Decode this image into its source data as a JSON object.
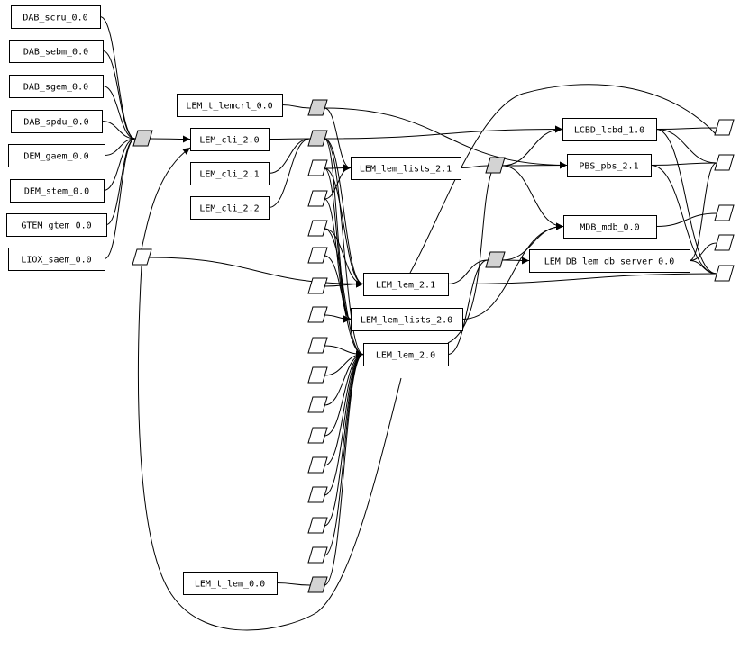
{
  "diagram": {
    "type": "dependency-graph",
    "colors": {
      "stroke": "#000000",
      "box_fill": "#ffffff",
      "junction_fill": "#d3d3d3",
      "background": "#ffffff"
    },
    "nodes": [
      {
        "id": "DAB_scru_0.0",
        "label": "DAB_scru_0.0",
        "kind": "box"
      },
      {
        "id": "DAB_sebm_0.0",
        "label": "DAB_sebm_0.0",
        "kind": "box"
      },
      {
        "id": "DAB_sgem_0.0",
        "label": "DAB_sgem_0.0",
        "kind": "box"
      },
      {
        "id": "DAB_spdu_0.0",
        "label": "DAB_spdu_0.0",
        "kind": "box"
      },
      {
        "id": "DEM_gaem_0.0",
        "label": "DEM_gaem_0.0",
        "kind": "box"
      },
      {
        "id": "DEM_stem_0.0",
        "label": "DEM_stem_0.0",
        "kind": "box"
      },
      {
        "id": "GTEM_gtem_0.0",
        "label": "GTEM_gtem_0.0",
        "kind": "box"
      },
      {
        "id": "LIOX_saem_0.0",
        "label": "LIOX_saem_0.0",
        "kind": "box"
      },
      {
        "id": "LEM_t_lemcrl_0.0",
        "label": "LEM_t_lemcrl_0.0",
        "kind": "box"
      },
      {
        "id": "LEM_cli_2.0",
        "label": "LEM_cli_2.0",
        "kind": "box"
      },
      {
        "id": "LEM_cli_2.1",
        "label": "LEM_cli_2.1",
        "kind": "box"
      },
      {
        "id": "LEM_cli_2.2",
        "label": "LEM_cli_2.2",
        "kind": "box"
      },
      {
        "id": "LEM_lem_lists_2.1",
        "label": "LEM_lem_lists_2.1",
        "kind": "box"
      },
      {
        "id": "LEM_lem_2.1",
        "label": "LEM_lem_2.1",
        "kind": "box"
      },
      {
        "id": "LEM_lem_lists_2.0",
        "label": "LEM_lem_lists_2.0",
        "kind": "box"
      },
      {
        "id": "LEM_lem_2.0",
        "label": "LEM_lem_2.0",
        "kind": "box"
      },
      {
        "id": "LEM_t_lem_0.0",
        "label": "LEM_t_lem_0.0",
        "kind": "box"
      },
      {
        "id": "LCBD_lcbd_1.0",
        "label": "LCBD_lcbd_1.0",
        "kind": "box"
      },
      {
        "id": "PBS_pbs_2.1",
        "label": "PBS_pbs_2.1",
        "kind": "box"
      },
      {
        "id": "MDB_mdb_0.0",
        "label": "MDB_mdb_0.0",
        "kind": "box"
      },
      {
        "id": "LEM_DB_lem_db_server_0.0",
        "label": "LEM_DB_lem_db_server_0.0",
        "kind": "box"
      }
    ],
    "junctions": [
      {
        "id": "j_dab",
        "filled": true
      },
      {
        "id": "j_lemcrl",
        "filled": true
      },
      {
        "id": "j_cli",
        "filled": true
      },
      {
        "id": "j_lists21",
        "filled": true
      },
      {
        "id": "j_lem21",
        "filled": true
      },
      {
        "id": "j_tlem",
        "filled": true
      },
      {
        "id": "j_liox",
        "filled": false
      },
      {
        "id": "c1",
        "filled": false
      },
      {
        "id": "c2",
        "filled": false
      },
      {
        "id": "c3",
        "filled": false
      },
      {
        "id": "c4",
        "filled": false
      },
      {
        "id": "c5",
        "filled": false
      },
      {
        "id": "c6",
        "filled": false
      },
      {
        "id": "c7",
        "filled": false
      },
      {
        "id": "c8",
        "filled": false
      },
      {
        "id": "c9",
        "filled": false
      },
      {
        "id": "c10",
        "filled": false
      },
      {
        "id": "c11",
        "filled": false
      },
      {
        "id": "c12",
        "filled": false
      },
      {
        "id": "c13",
        "filled": false
      },
      {
        "id": "c14",
        "filled": false
      },
      {
        "id": "r1",
        "filled": false
      },
      {
        "id": "r2",
        "filled": false
      },
      {
        "id": "r3",
        "filled": false
      },
      {
        "id": "r4",
        "filled": false
      },
      {
        "id": "r5",
        "filled": false
      }
    ],
    "edges": [
      {
        "from": "DAB_scru_0.0",
        "to": "j_dab",
        "arrow": false
      },
      {
        "from": "DAB_sebm_0.0",
        "to": "j_dab",
        "arrow": false
      },
      {
        "from": "DAB_sgem_0.0",
        "to": "j_dab",
        "arrow": false
      },
      {
        "from": "DAB_spdu_0.0",
        "to": "j_dab",
        "arrow": false
      },
      {
        "from": "DEM_gaem_0.0",
        "to": "j_dab",
        "arrow": false
      },
      {
        "from": "DEM_stem_0.0",
        "to": "j_dab",
        "arrow": false
      },
      {
        "from": "GTEM_gtem_0.0",
        "to": "j_dab",
        "arrow": false
      },
      {
        "from": "LIOX_saem_0.0",
        "to": "j_dab",
        "arrow": false
      },
      {
        "from": "j_dab",
        "to": "LEM_cli_2.0",
        "arrow": true
      },
      {
        "from": "j_liox",
        "to": "LEM_cli_2.0",
        "arrow": true
      },
      {
        "from": "j_liox",
        "to": "LEM_lem_2.1",
        "arrow": true
      },
      {
        "from": "j_liox",
        "to": "j_tlem",
        "arrow": false
      },
      {
        "from": "LEM_t_lemcrl_0.0",
        "to": "j_lemcrl",
        "arrow": false
      },
      {
        "from": "j_lemcrl",
        "to": "LEM_lem_lists_2.1",
        "arrow": true
      },
      {
        "from": "j_lemcrl",
        "to": "PBS_pbs_2.1",
        "arrow": true
      },
      {
        "from": "LEM_cli_2.0",
        "to": "j_cli",
        "arrow": false
      },
      {
        "from": "LEM_cli_2.1",
        "to": "j_cli",
        "arrow": false
      },
      {
        "from": "LEM_cli_2.2",
        "to": "j_cli",
        "arrow": false
      },
      {
        "from": "j_cli",
        "to": "LCBD_lcbd_1.0",
        "arrow": true
      },
      {
        "from": "j_cli",
        "to": "LEM_lem_2.1",
        "arrow": true
      },
      {
        "from": "j_cli",
        "to": "LEM_lem_lists_2.0",
        "arrow": true
      },
      {
        "from": "j_cli",
        "to": "LEM_lem_2.0",
        "arrow": true
      },
      {
        "from": "c1",
        "to": "LEM_lem_lists_2.1",
        "arrow": true
      },
      {
        "from": "c1",
        "to": "LEM_lem_2.1",
        "arrow": true
      },
      {
        "from": "c1",
        "to": "LEM_lem_lists_2.0",
        "arrow": true
      },
      {
        "from": "c2",
        "to": "LEM_lem_lists_2.1",
        "arrow": true
      },
      {
        "from": "c2",
        "to": "LEM_lem_lists_2.0",
        "arrow": true
      },
      {
        "from": "c3",
        "to": "LEM_lem_2.1",
        "arrow": true
      },
      {
        "from": "c3",
        "to": "LEM_lem_2.0",
        "arrow": true
      },
      {
        "from": "c4",
        "to": "LEM_lem_2.1",
        "arrow": true
      },
      {
        "from": "c5",
        "to": "LEM_lem_lists_2.0",
        "arrow": true
      },
      {
        "from": "c6",
        "to": "LEM_lem_2.0",
        "arrow": true
      },
      {
        "from": "c7",
        "to": "LEM_lem_2.0",
        "arrow": true
      },
      {
        "from": "c8",
        "to": "LEM_lem_2.0",
        "arrow": true
      },
      {
        "from": "c9",
        "to": "LEM_lem_2.0",
        "arrow": true
      },
      {
        "from": "c10",
        "to": "LEM_lem_2.0",
        "arrow": true
      },
      {
        "from": "c11",
        "to": "LEM_lem_2.0",
        "arrow": true
      },
      {
        "from": "c12",
        "to": "LEM_lem_2.0",
        "arrow": true
      },
      {
        "from": "c13",
        "to": "LEM_lem_2.0",
        "arrow": true
      },
      {
        "from": "c14",
        "to": "LEM_lem_2.0",
        "arrow": true
      },
      {
        "from": "LEM_t_lem_0.0",
        "to": "j_tlem",
        "arrow": false
      },
      {
        "from": "j_tlem",
        "to": "LEM_lem_2.0",
        "arrow": true
      },
      {
        "from": "LEM_lem_lists_2.1",
        "to": "j_lists21",
        "arrow": false
      },
      {
        "from": "j_lists21",
        "to": "LCBD_lcbd_1.0",
        "arrow": true
      },
      {
        "from": "j_lists21",
        "to": "PBS_pbs_2.1",
        "arrow": true
      },
      {
        "from": "j_lists21",
        "to": "MDB_mdb_0.0",
        "arrow": true
      },
      {
        "from": "j_lists21",
        "to": "LEM_lem_2.0",
        "arrow": false
      },
      {
        "from": "LEM_lem_2.1",
        "to": "j_lem21",
        "arrow": false
      },
      {
        "from": "LEM_lem_2.1",
        "to": "r1",
        "arrow": false
      },
      {
        "from": "LEM_lem_2.1",
        "to": "r5",
        "arrow": false
      },
      {
        "from": "LEM_lem_lists_2.0",
        "to": "MDB_mdb_0.0",
        "arrow": true
      },
      {
        "from": "LEM_lem_2.0",
        "to": "j_lem21",
        "arrow": false
      },
      {
        "from": "j_lem21",
        "to": "LEM_DB_lem_db_server_0.0",
        "arrow": true
      },
      {
        "from": "j_lem21",
        "to": "MDB_mdb_0.0",
        "arrow": true
      },
      {
        "from": "LCBD_lcbd_1.0",
        "to": "r1",
        "arrow": false
      },
      {
        "from": "LCBD_lcbd_1.0",
        "to": "r2",
        "arrow": false
      },
      {
        "from": "LCBD_lcbd_1.0",
        "to": "r5",
        "arrow": false
      },
      {
        "from": "PBS_pbs_2.1",
        "to": "r2",
        "arrow": false
      },
      {
        "from": "PBS_pbs_2.1",
        "to": "r5",
        "arrow": false
      },
      {
        "from": "MDB_mdb_0.0",
        "to": "r3",
        "arrow": false
      },
      {
        "from": "LEM_DB_lem_db_server_0.0",
        "to": "r4",
        "arrow": false
      },
      {
        "from": "LEM_DB_lem_db_server_0.0",
        "to": "r2",
        "arrow": false
      },
      {
        "from": "LEM_DB_lem_db_server_0.0",
        "to": "r5",
        "arrow": false
      }
    ]
  }
}
